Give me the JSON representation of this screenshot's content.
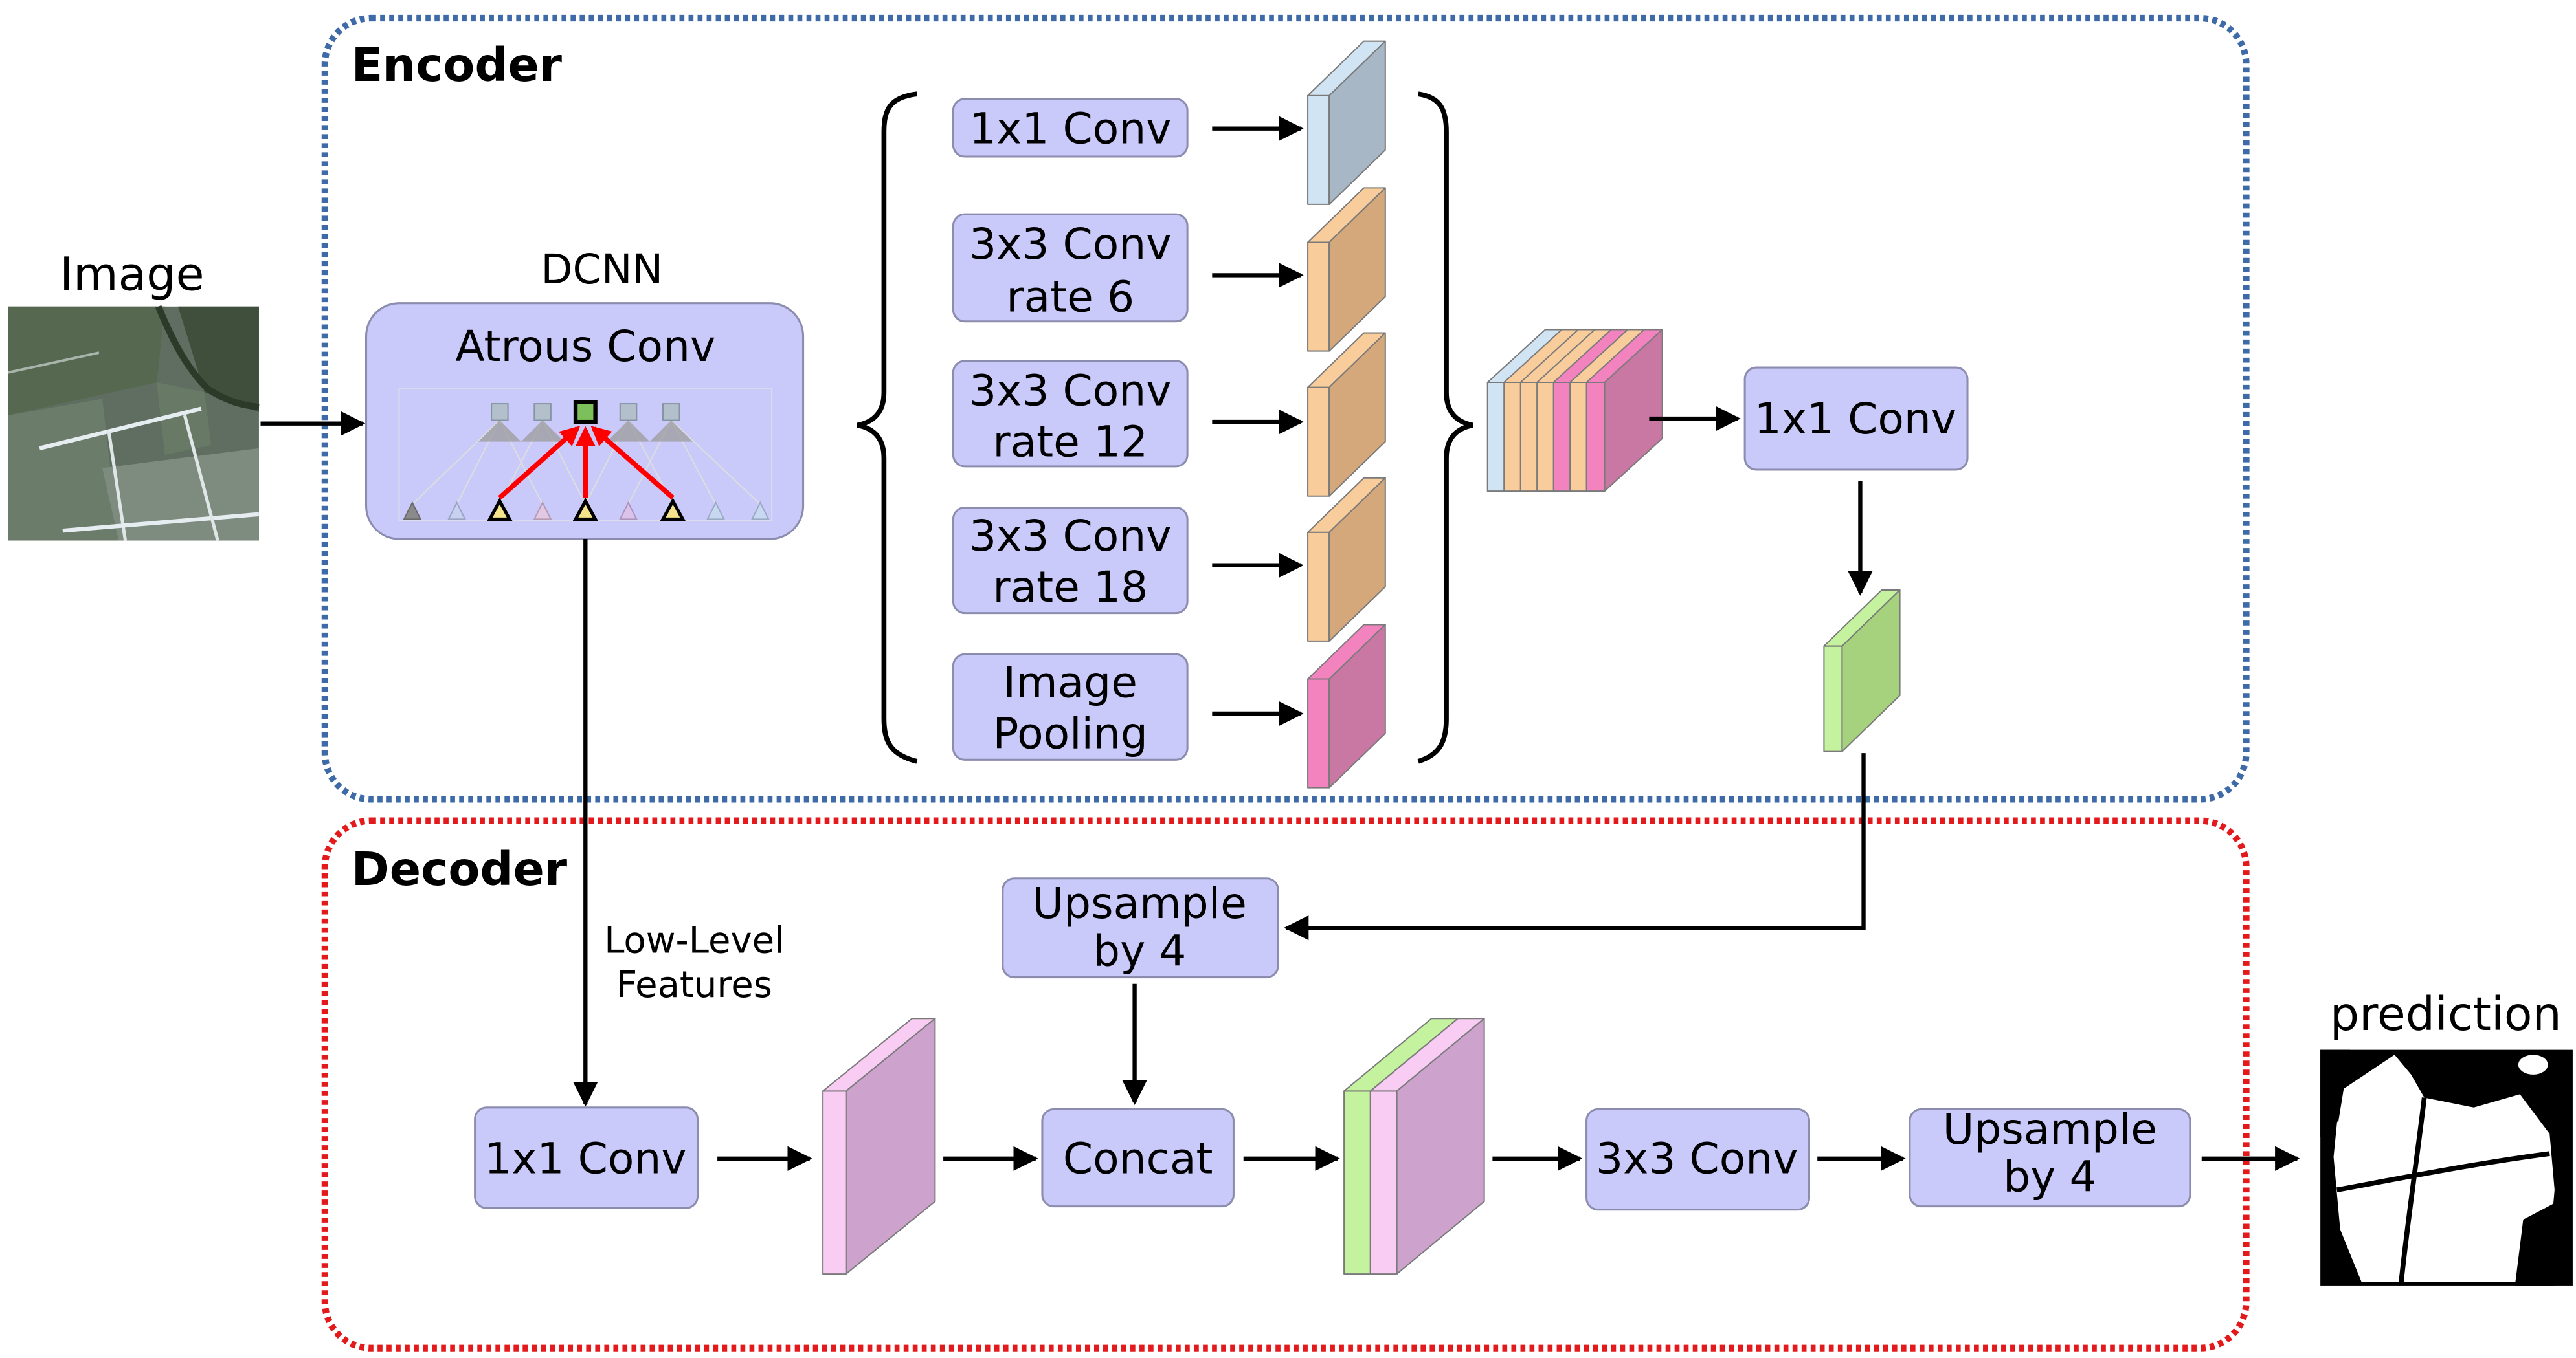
{
  "input": {
    "label": "Image"
  },
  "encoder": {
    "label": "Encoder",
    "dcnn": {
      "label": "DCNN",
      "box_label": "Atrous Conv"
    },
    "aspp_branches": [
      {
        "lines": [
          "1x1 Conv"
        ],
        "feature_color": "light_blue"
      },
      {
        "lines": [
          "3x3 Conv",
          "rate 6"
        ],
        "feature_color": "orange"
      },
      {
        "lines": [
          "3x3 Conv",
          "rate 12"
        ],
        "feature_color": "orange"
      },
      {
        "lines": [
          "3x3 Conv",
          "rate 18"
        ],
        "feature_color": "orange"
      },
      {
        "lines": [
          "Image",
          "Pooling"
        ],
        "feature_color": "pink"
      }
    ],
    "projection": {
      "label": "1x1 Conv"
    }
  },
  "decoder": {
    "label": "Decoder",
    "low_level_features": [
      "Low-Level",
      "Features"
    ],
    "low_level_conv": {
      "label": "1x1 Conv"
    },
    "upsample_encoder": {
      "lines": [
        "Upsample",
        "by 4"
      ]
    },
    "concat": {
      "label": "Concat"
    },
    "refine_conv": {
      "label": "3x3 Conv"
    },
    "upsample_output": {
      "lines": [
        "Upsample",
        "by 4"
      ]
    }
  },
  "output": {
    "label": "prediction"
  },
  "colors": {
    "encoder_border": "#3e6aa8",
    "decoder_border": "#e3191c",
    "section_label": "#6666ee",
    "module_fill": "#c9c9fa",
    "module_stroke": "#8c8cae",
    "arrow": "#000000",
    "atrous_highlight": "#ff0000",
    "features": {
      "light_blue": {
        "front": "#d0e4f4",
        "side": "#a8b7c6"
      },
      "orange": {
        "front": "#f9cc9c",
        "side": "#d5a87b"
      },
      "pink": {
        "front": "#f283be",
        "side": "#c978a4"
      },
      "green": {
        "front": "#c4f29e",
        "side": "#a6d27e"
      },
      "lilac": {
        "front": "#f9cdf3",
        "side": "#cda3cd"
      }
    }
  }
}
